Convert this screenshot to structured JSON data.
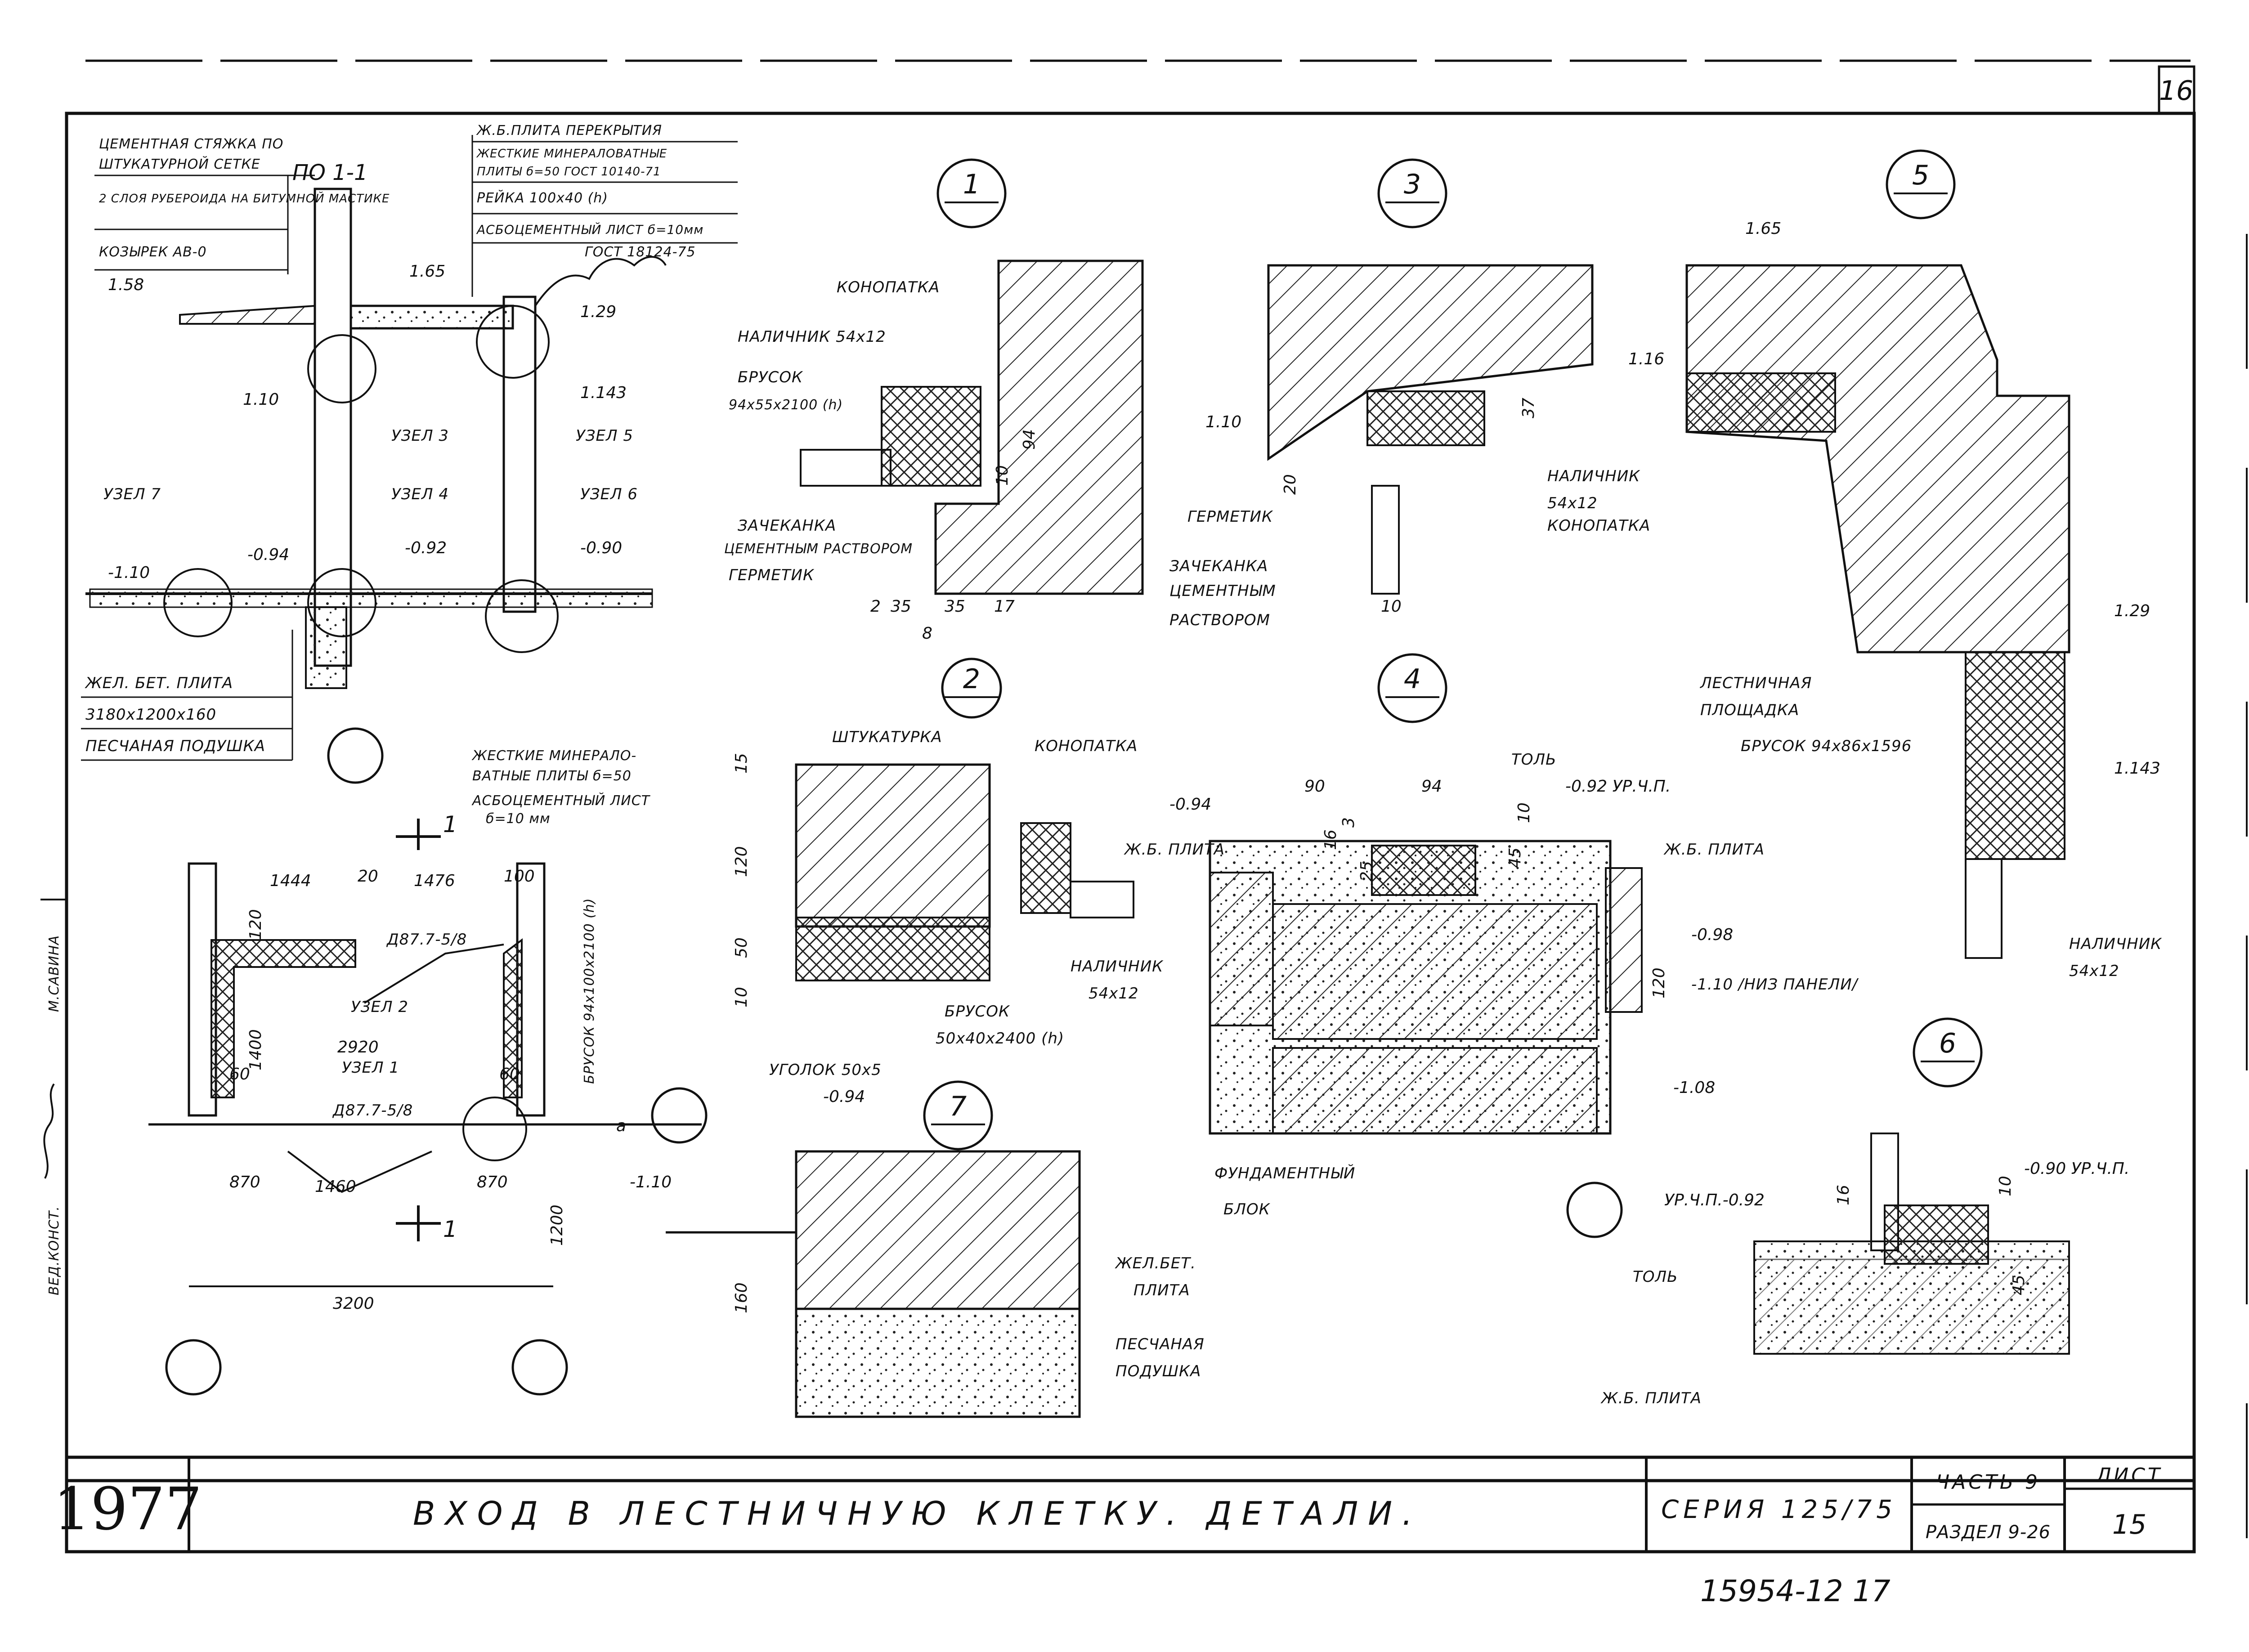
{
  "sheet": {
    "corner_number": "16",
    "year": "1977",
    "title": "ВХОД В ЛЕСТНИЧНУЮ КЛЕТКУ. ДЕТАЛИ.",
    "series": "СЕРИЯ 125/75",
    "part": "ЧАСТЬ 9",
    "section": "РАЗДЕЛ 9-26",
    "sheet_label": "ЛИСТ",
    "sheet_number": "15",
    "stamp_number": "15954-12  17",
    "side_signatures": [
      "ВЕД.КОНСТ.",
      "М.САВИНА"
    ]
  },
  "section_1_1": {
    "title": "ПО 1-1",
    "labels": [
      "ЦЕМЕНТНАЯ СТЯЖКА ПО ШТУКАТУРНОЙ СЕТКЕ",
      "2 СЛОЯ РУБЕРОИДА НА БИТУМНОЙ МАСТИКЕ",
      "КОЗЫРЕК АВ-0",
      "Ж.Б.ПЛИТА ПЕРЕКРЫТИЯ",
      "ЖЕСТКИЕ МИНЕРАЛОВАТНЫЕ ПЛИТЫ б=50 ГОСТ 10140-71",
      "РЕЙКА 100х40 (h)",
      "АСБОЦЕМЕНТНЫЙ ЛИСТ б=10мм",
      "ГОСТ 18124-75",
      "УЗЕЛ 3",
      "УЗЕЛ 5",
      "УЗЕЛ 7",
      "УЗЕЛ 4",
      "УЗЕЛ 6",
      "ЖЕЛ. БЕТ. ПЛИТА",
      "3180х1200х160",
      "ПЕСЧАНАЯ ПОДУШКА"
    ],
    "levels": [
      "1.58",
      "1.65",
      "1.29",
      "1.10",
      "1.143",
      "-1.10",
      "-0.94",
      "-0.92",
      "-0.90"
    ]
  },
  "plan": {
    "labels": [
      "ЖЕСТКИЕ МИНЕРАЛО-ВАТНЫЕ ПЛИТЫ б=50",
      "АСБОЦЕМЕНТНЫЙ ЛИСТ б=10 мм",
      "Д87.7-5/8",
      "УЗЕЛ 2",
      "УЗЕЛ 1",
      "БРУСОК 94х100х2100 (h)",
      "1"
    ],
    "dims": [
      "1444",
      "20",
      "1476",
      "100",
      "120",
      "1400",
      "60",
      "2920",
      "60",
      "870",
      "1460",
      "870",
      "1200",
      "3200",
      "a"
    ]
  },
  "detail_1": {
    "number": "1",
    "labels": [
      "КОНОПАТКА",
      "НАЛИЧНИК 54х12",
      "БРУСОК",
      "94х55х2100 (h)",
      "ЗАЧЕКАНКА",
      "ЦЕМЕНТНЫМ РАСТВОРОМ",
      "ГЕРМЕТИК"
    ],
    "dims": [
      "2",
      "35",
      "35",
      "17",
      "8",
      "94",
      "10"
    ]
  },
  "detail_2": {
    "number": "2",
    "labels": [
      "ШТУКАТУРКА",
      "КОНОПАТКА",
      "НАЛИЧНИК",
      "54х12",
      "БРУСОК",
      "50х40х2400 (h)"
    ],
    "dims": [
      "15",
      "120",
      "50",
      "10"
    ]
  },
  "detail_3": {
    "number": "3",
    "labels": [
      "НАЛИЧНИК",
      "54х12",
      "КОНОПАТКА",
      "ГЕРМЕТИК",
      "ЗАЧЕКАНКА",
      "ЦЕМЕНТНЫМ",
      "РАСТВОРОМ"
    ],
    "levels": [
      "1.16",
      "1.10"
    ],
    "dims": [
      "37",
      "20",
      "10"
    ]
  },
  "detail_4": {
    "number": "4",
    "labels": [
      "ТОЛЬ",
      "Ж.Б. ПЛИТА",
      "Ж.Б. ПЛИТА",
      "ФУНДАМЕНТНЫЙ",
      "БЛОК",
      "-1.10 /НИЗ ПАНЕЛИ/"
    ],
    "levels": [
      "-0.94",
      "-0.92 УР.Ч.П.",
      "-0.98",
      "-1.08"
    ],
    "dims": [
      "90",
      "94",
      "16",
      "3",
      "25",
      "10",
      "45",
      "120"
    ]
  },
  "detail_5": {
    "number": "5",
    "labels": [
      "ЛЕСТНИЧНАЯ",
      "ПЛОЩАДКА",
      "БРУСОК 94х86х1596",
      "НАЛИЧНИК",
      "54х12"
    ],
    "levels": [
      "1.65",
      "1.29",
      "1.143"
    ]
  },
  "detail_6": {
    "number": "6",
    "labels": [
      "ТОЛЬ",
      "Ж.Б. ПЛИТА"
    ],
    "levels": [
      "УР.Ч.П.-0.92",
      "-0.90 УР.Ч.П."
    ],
    "dims": [
      "16",
      "10",
      "45"
    ]
  },
  "detail_7": {
    "number": "7",
    "labels": [
      "УГОЛОК 50х5",
      "ЖЕЛ.БЕТ.",
      "ПЛИТА",
      "ПЕСЧАНАЯ",
      "ПОДУШКА"
    ],
    "levels": [
      "-0.94",
      "-1.10"
    ],
    "dims": [
      "160"
    ]
  }
}
